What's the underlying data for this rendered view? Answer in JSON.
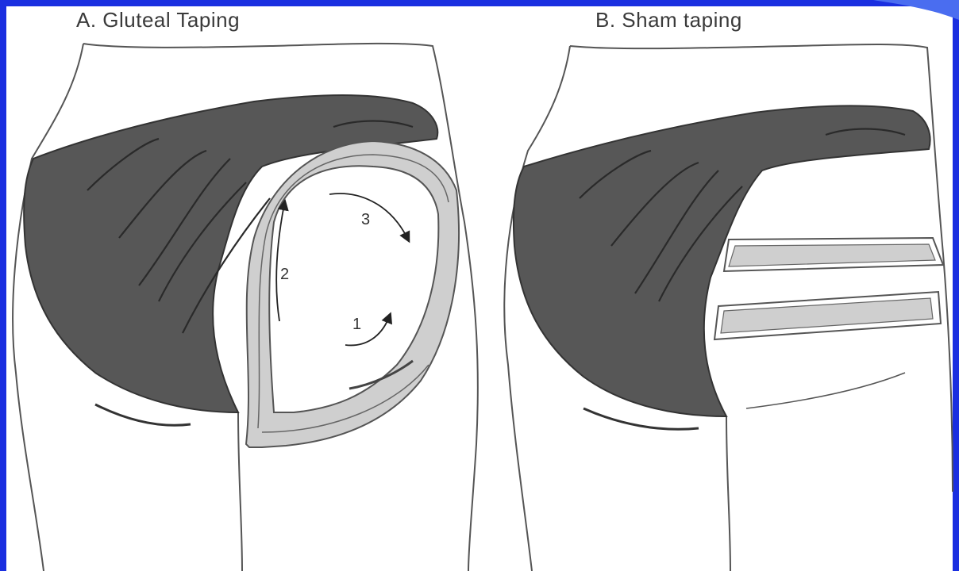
{
  "colors": {
    "frame": "#1a2fe0",
    "panel_bg": "#ffffff",
    "muscle": "#575757",
    "tape": "#cfcfcf",
    "outline": "#555555"
  },
  "panels": [
    {
      "title": "A.  Gluteal Taping",
      "arrow_labels": [
        "1",
        "2",
        "3"
      ]
    },
    {
      "title": "B.  Sham taping"
    }
  ]
}
